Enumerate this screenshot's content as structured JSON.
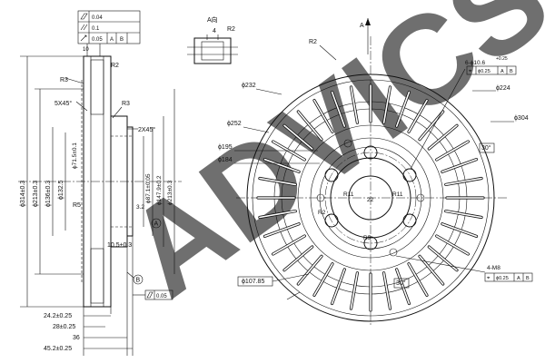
{
  "watermark": "ADVICS",
  "tolerance_frame": {
    "rows": [
      {
        "symbol": "flatness",
        "value": "0.04",
        "datum": ""
      },
      {
        "symbol": "parallelism",
        "value": "0.1",
        "datum": ""
      },
      {
        "symbol": "runout",
        "value": "0.05",
        "datum": "A B"
      }
    ],
    "note_10": "10"
  },
  "section_view": {
    "dims_left": [
      "ϕ314±0.3",
      "ϕ213±0.3",
      "ϕ136±0.3",
      "ϕ132.5"
    ],
    "dims_inner": [
      "ϕ71.5±0.1",
      "ϕ87.1±0.05",
      "ϕ147.9±0.2",
      "ϕ213±0.3"
    ],
    "labels": [
      "R3",
      "5X45°",
      "R3",
      "2X45°",
      "R5",
      "3.2",
      "10.5±0.3",
      "R2"
    ],
    "datum_a": "A",
    "datum_b": "B",
    "flatness_small": "0.05",
    "dims_bottom": [
      "24.2±0.25",
      "28±0.25",
      "36",
      "45.2±0.25"
    ]
  },
  "detail_view": {
    "title": "A向",
    "dim": "4",
    "radius": "R2"
  },
  "front_view": {
    "arrow_label": "A",
    "dims": [
      "R2",
      "ϕ232",
      "ϕ252",
      "ϕ195",
      "ϕ184",
      "ϕ224",
      "ϕ304",
      "R11",
      "22",
      "R11",
      "R2",
      "R5",
      "ϕ107.85",
      "30°",
      "30°"
    ],
    "hole_spec": "6-ϕ10.6",
    "hole_tol": "+0.25",
    "hole_frame": {
      "pos": "ϕ0.25",
      "datum": "A B"
    },
    "thread_spec": "4-M8",
    "thread_frame": {
      "pos": "ϕ0.25",
      "datum": "A B"
    }
  }
}
